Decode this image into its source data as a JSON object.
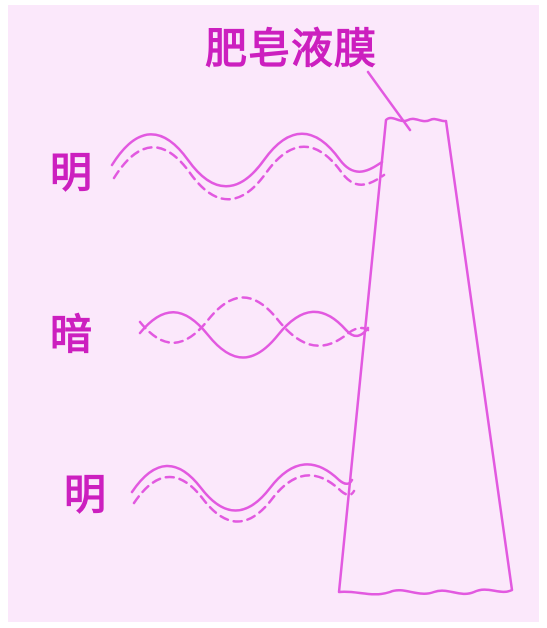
{
  "labels": {
    "film": "肥皂液膜",
    "bright_top": "明",
    "dark": "暗",
    "bright_bottom": "明"
  },
  "colors": {
    "stroke": "#e259e0",
    "text": "#cc1fbf",
    "panel": "#fbe8fb"
  }
}
